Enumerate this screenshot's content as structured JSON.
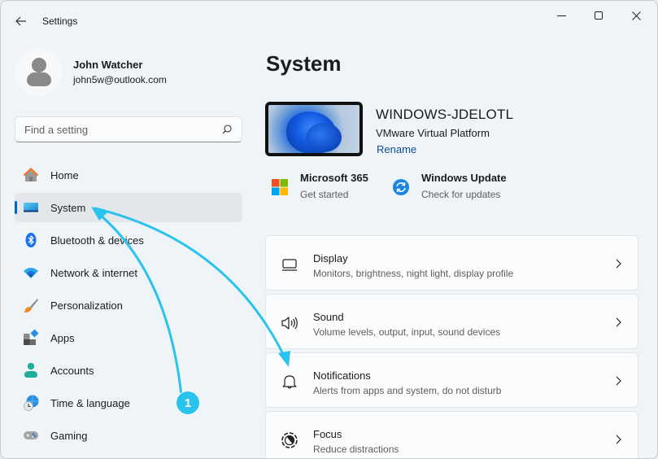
{
  "window": {
    "title": "Settings",
    "controls": {
      "minimize": "minimize",
      "maximize": "maximize",
      "close": "close"
    }
  },
  "profile": {
    "name": "John Watcher",
    "email": "john5w@outlook.com"
  },
  "search": {
    "placeholder": "Find a setting",
    "value": ""
  },
  "sidebar": {
    "items": [
      {
        "label": "Home",
        "icon": "home-icon",
        "active": false
      },
      {
        "label": "System",
        "icon": "system-icon",
        "active": true
      },
      {
        "label": "Bluetooth & devices",
        "icon": "bluetooth-icon",
        "active": false
      },
      {
        "label": "Network & internet",
        "icon": "wifi-icon",
        "active": false
      },
      {
        "label": "Personalization",
        "icon": "brush-icon",
        "active": false
      },
      {
        "label": "Apps",
        "icon": "apps-icon",
        "active": false
      },
      {
        "label": "Accounts",
        "icon": "account-icon",
        "active": false
      },
      {
        "label": "Time & language",
        "icon": "clock-globe-icon",
        "active": false
      },
      {
        "label": "Gaming",
        "icon": "gamepad-icon",
        "active": false
      }
    ]
  },
  "main": {
    "title": "System",
    "device": {
      "name": "WINDOWS-JDELOTL",
      "model": "VMware Virtual Platform",
      "rename_label": "Rename"
    },
    "quick_links": [
      {
        "title": "Microsoft 365",
        "subtitle": "Get started",
        "icon": "microsoft-logo-icon"
      },
      {
        "title": "Windows Update",
        "subtitle": "Check for updates",
        "icon": "update-icon"
      }
    ],
    "settings": [
      {
        "title": "Display",
        "subtitle": "Monitors, brightness, night light, display profile",
        "icon": "display-icon"
      },
      {
        "title": "Sound",
        "subtitle": "Volume levels, output, input, sound devices",
        "icon": "speaker-icon"
      },
      {
        "title": "Notifications",
        "subtitle": "Alerts from apps and system, do not disturb",
        "icon": "bell-icon"
      },
      {
        "title": "Focus",
        "subtitle": "Reduce distractions",
        "icon": "focus-icon"
      }
    ]
  },
  "annotation": {
    "step_number": "1",
    "color": "#29c3ee"
  },
  "colors": {
    "accent": "#0067c0",
    "link": "#0e4c93",
    "window_bg": "#eff4f9",
    "card_bg": "#fbfcfd"
  }
}
